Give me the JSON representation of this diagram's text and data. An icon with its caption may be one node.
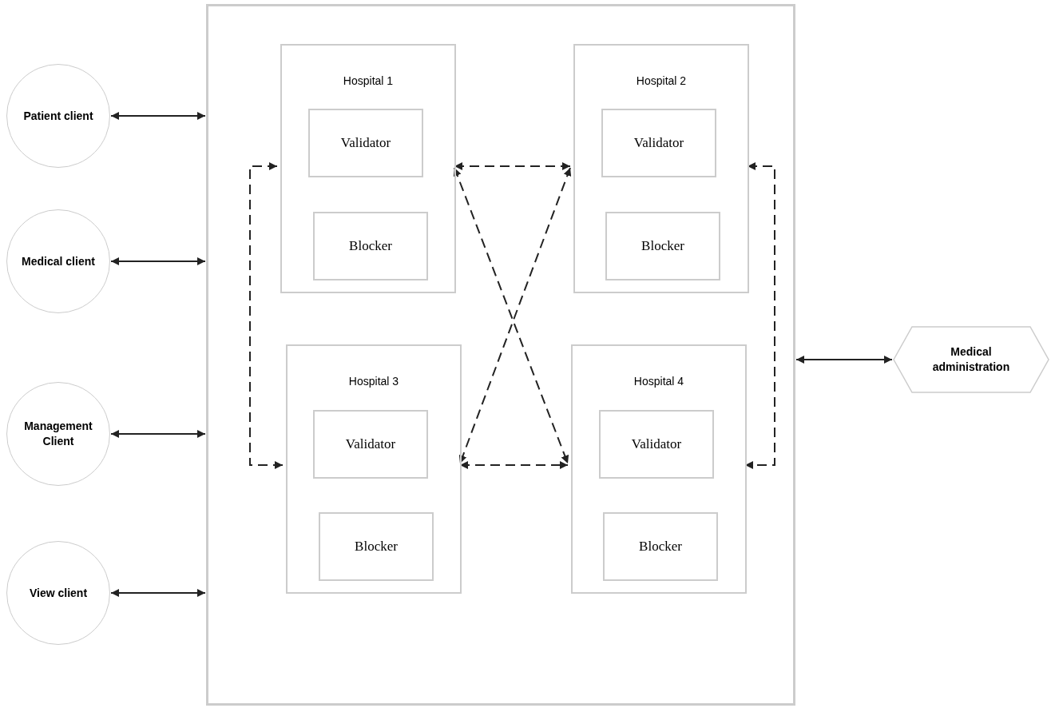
{
  "diagram": {
    "nodes": [
      {
        "text": [
          "Patient client"
        ]
      },
      {
        "text": [
          "Medical client"
        ]
      },
      {
        "text": [
          "Management Client"
        ]
      },
      {
        "text": [
          "View client"
        ]
      },
      {
        "text": [],
        "shape": "box"
      },
      {
        "text": [
          "Hospital 1"
        ],
        "in": 4
      },
      {
        "text": [
          "Validator"
        ],
        "in": 5
      },
      {
        "text": [
          "Blocker"
        ],
        "in": 5
      },
      {
        "text": [
          "Hospital 2"
        ],
        "in": 4
      },
      {
        "text": [
          "Validator"
        ],
        "in": 8
      },
      {
        "text": [
          "Blocker"
        ],
        "in": 8
      },
      {
        "text": [
          "Hospital 3"
        ],
        "in": 4
      },
      {
        "text": [
          "Validator"
        ],
        "in": 11
      },
      {
        "text": [
          "Blocker"
        ],
        "in": 11
      },
      {
        "text": [
          "Hospital 4"
        ],
        "in": 4
      },
      {
        "text": [
          "Validator"
        ],
        "in": 14
      },
      {
        "text": [
          "Blocker"
        ],
        "in": 14
      },
      {
        "text": [
          "Medical administration"
        ]
      }
    ],
    "edges": [
      {
        "from": 0,
        "to": 4,
        "arrow": "both"
      },
      {
        "from": 1,
        "to": 4,
        "arrow": "both"
      },
      {
        "from": 2,
        "to": 4,
        "arrow": "both"
      },
      {
        "from": 3,
        "to": 4,
        "arrow": "both"
      },
      {
        "from": 5,
        "to": 8,
        "arrow": "both",
        "style": "dashed"
      },
      {
        "from": 5,
        "to": 11,
        "arrow": "both",
        "style": "dashed"
      },
      {
        "from": 5,
        "to": 14,
        "arrow": "both",
        "style": "dashed"
      },
      {
        "from": 8,
        "to": 11,
        "arrow": "both",
        "style": "dashed"
      },
      {
        "from": 11,
        "to": 14,
        "arrow": "both",
        "style": "dashed"
      },
      {
        "from": 8,
        "to": 14,
        "arrow": "both",
        "style": "dashed"
      },
      {
        "from": 4,
        "to": 17,
        "arrow": "both"
      }
    ]
  }
}
